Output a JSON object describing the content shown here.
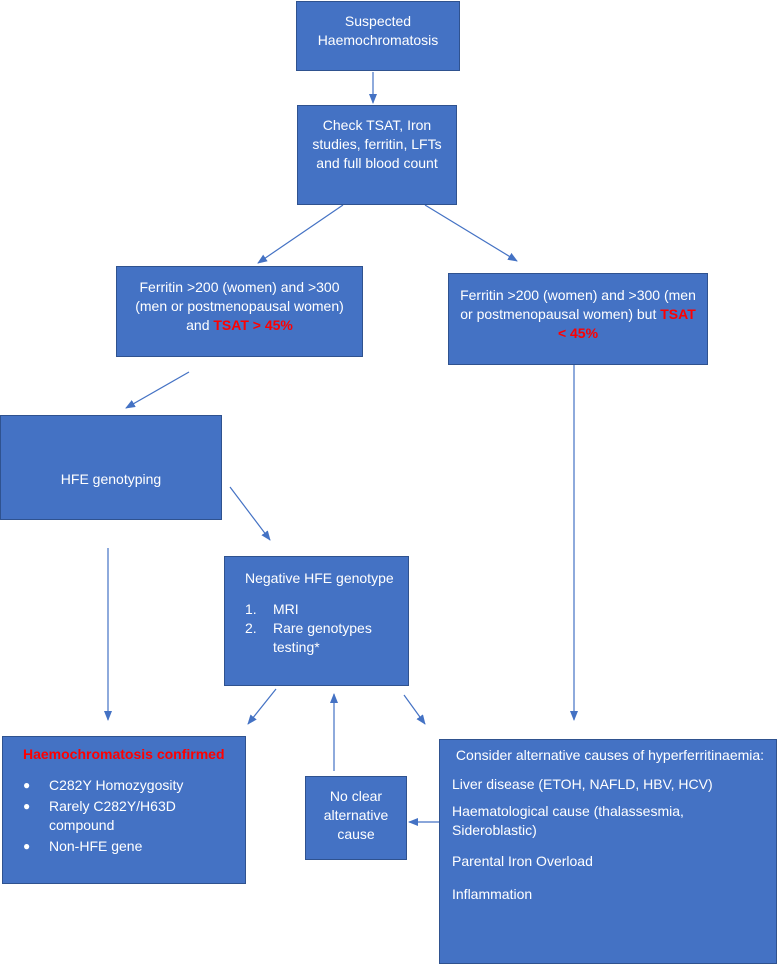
{
  "nodes": {
    "suspected": {
      "text": "Suspected Haemochromatosis"
    },
    "check": {
      "text": "Check TSAT, Iron studies, ferritin, LFTs and full blood count"
    },
    "ferritin_high": {
      "text": "Ferritin >200 (women) and >300 (men or postmenopausal women) and",
      "highlight": "TSAT > 45%"
    },
    "ferritin_low": {
      "text": "Ferritin >200 (women) and >300 (men or postmenopausal women) but",
      "highlight": "TSAT < 45%"
    },
    "hfe": {
      "text": "HFE genotyping"
    },
    "negative": {
      "title": "Negative  HFE genotype",
      "items": [
        {
          "num": "1.",
          "text": "MRI"
        },
        {
          "num": "2.",
          "text": "Rare genotypes testing*"
        }
      ]
    },
    "confirmed": {
      "title": "Haemochromatosis confirmed",
      "items": [
        "C282Y  Homozygosity",
        "Rarely C282Y/H63D compound",
        "Non-HFE gene"
      ]
    },
    "no_clear": {
      "text": "No clear alternative cause"
    },
    "alternative": {
      "title": "Consider alternative causes of hyperferritinaemia:",
      "items": [
        "Liver disease (ETOH, NAFLD, HBV, HCV)",
        "Haematological cause (thalassesmia, Sideroblastic)",
        "Parental Iron Overload",
        "Inflammation"
      ]
    }
  },
  "colors": {
    "box_fill": "#4472c4",
    "box_border": "#2f528f",
    "highlight": "#ff0000",
    "arrow": "#4472c4"
  }
}
